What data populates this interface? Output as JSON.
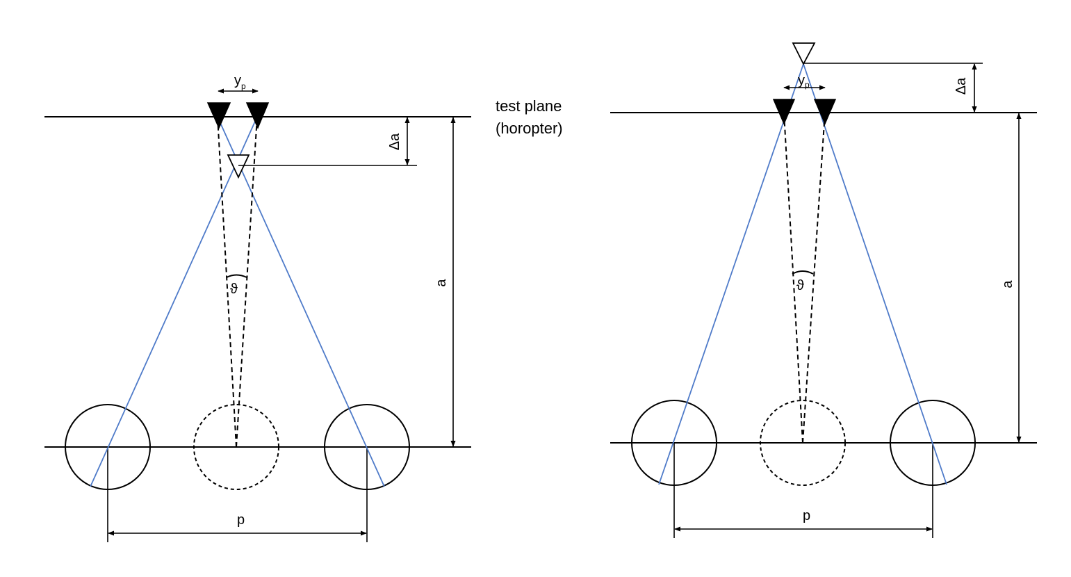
{
  "labels": {
    "y": "y",
    "p_sub": "p",
    "delta_a": "Δa",
    "a": "a",
    "theta": "ϑ",
    "p": "p"
  },
  "annotation": {
    "line1": "test plane",
    "line2": "(horopter)"
  },
  "colors": {
    "ray": "#4f7bc9",
    "ink": "#000000"
  },
  "icons": {
    "filled_marker": "filled-down-triangle",
    "open_marker": "open-down-triangle"
  }
}
